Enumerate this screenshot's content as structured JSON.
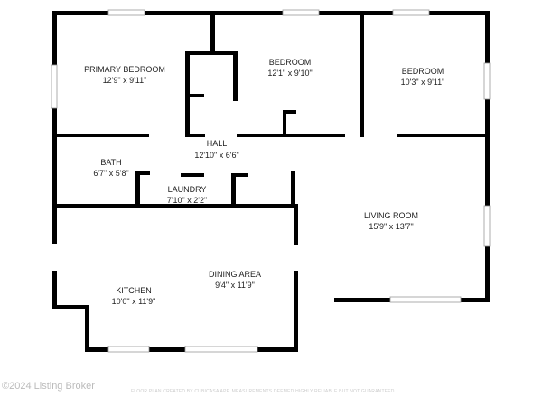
{
  "rooms": {
    "primary_bedroom": {
      "name": "PRIMARY BEDROOM",
      "size": "12'9\" x 9'11\""
    },
    "bedroom_1": {
      "name": "BEDROOM",
      "size": "12'1\" x 9'10\""
    },
    "bedroom_2": {
      "name": "BEDROOM",
      "size": "10'3\" x 9'11\""
    },
    "hall": {
      "name": "HALL",
      "size": "12'10\" x 6'6\""
    },
    "bath": {
      "name": "BATH",
      "size": "6'7\" x 5'8\""
    },
    "laundry": {
      "name": "LAUNDRY",
      "size": "7'10\" x 2'2\""
    },
    "living_room": {
      "name": "LIVING ROOM",
      "size": "15'9\" x 13'7\""
    },
    "kitchen": {
      "name": "KITCHEN",
      "size": "10'0\" x 11'9\""
    },
    "dining_area": {
      "name": "DINING AREA",
      "size": "9'4\" x 11'9\""
    }
  },
  "footer": {
    "copyright": "©2024 Listing Broker",
    "disclaimer": "FLOOR PLAN CREATED BY CUBICASA APP. MEASUREMENTS DEEMED HIGHLY RELIABLE BUT NOT GUARANTEED."
  }
}
